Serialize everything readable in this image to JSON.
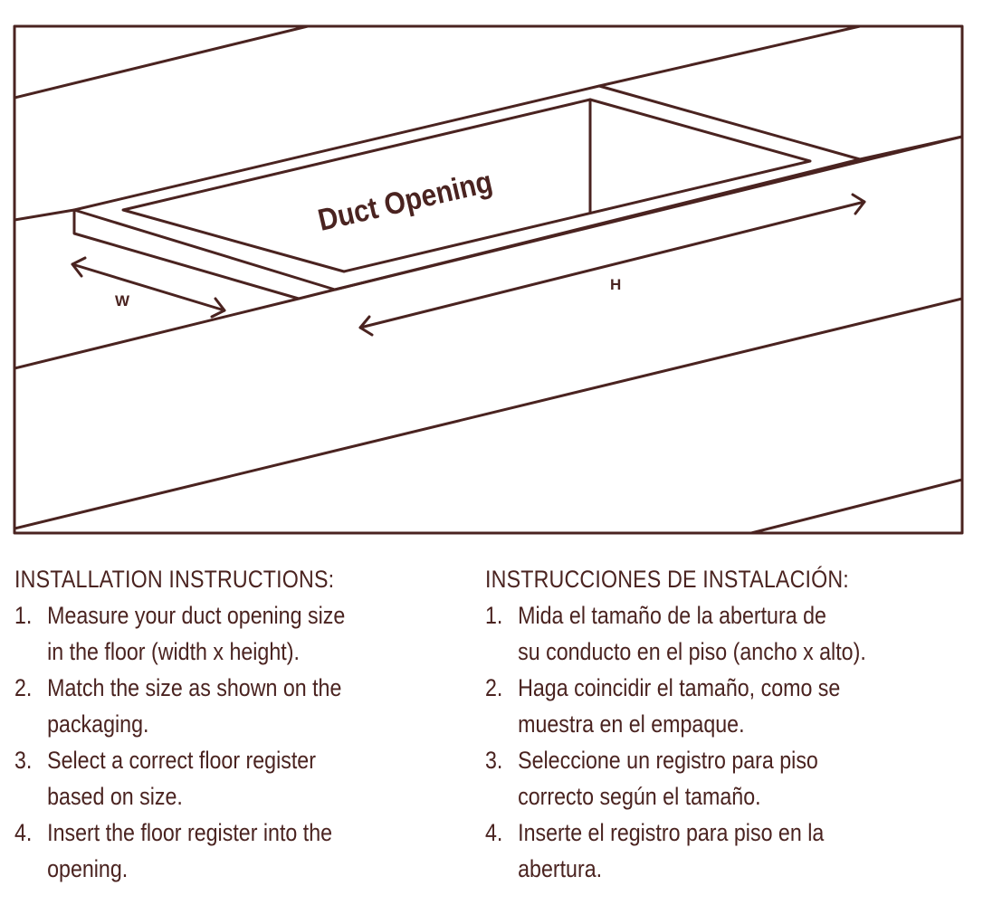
{
  "diagram": {
    "label_duct_opening": "Duct Opening",
    "label_w": "W",
    "label_h": "H",
    "line_color": "#4a2320"
  },
  "english": {
    "heading": "INSTALLATION INSTRUCTIONS:",
    "steps": [
      {
        "num": "1.",
        "lines": [
          "Measure your duct opening size",
          "in the floor (width x height)."
        ]
      },
      {
        "num": "2.",
        "lines": [
          "Match the size as shown on the",
          "packaging."
        ]
      },
      {
        "num": "3.",
        "lines": [
          "Select a correct floor register",
          "based on size."
        ]
      },
      {
        "num": "4.",
        "lines": [
          "Insert the floor register into the",
          "opening."
        ]
      }
    ]
  },
  "spanish": {
    "heading": "INSTRUCCIONES DE INSTALACIÓN:",
    "steps": [
      {
        "num": "1.",
        "lines": [
          "Mida el tamaño de la abertura de",
          "su conducto en el piso (ancho x alto)."
        ]
      },
      {
        "num": "2.",
        "lines": [
          "Haga coincidir el tamaño, como se",
          "muestra en el empaque."
        ]
      },
      {
        "num": "3.",
        "lines": [
          "Seleccione un registro para piso",
          "correcto según el tamaño."
        ]
      },
      {
        "num": "4.",
        "lines": [
          "Inserte el registro para piso en la",
          "abertura."
        ]
      }
    ]
  }
}
